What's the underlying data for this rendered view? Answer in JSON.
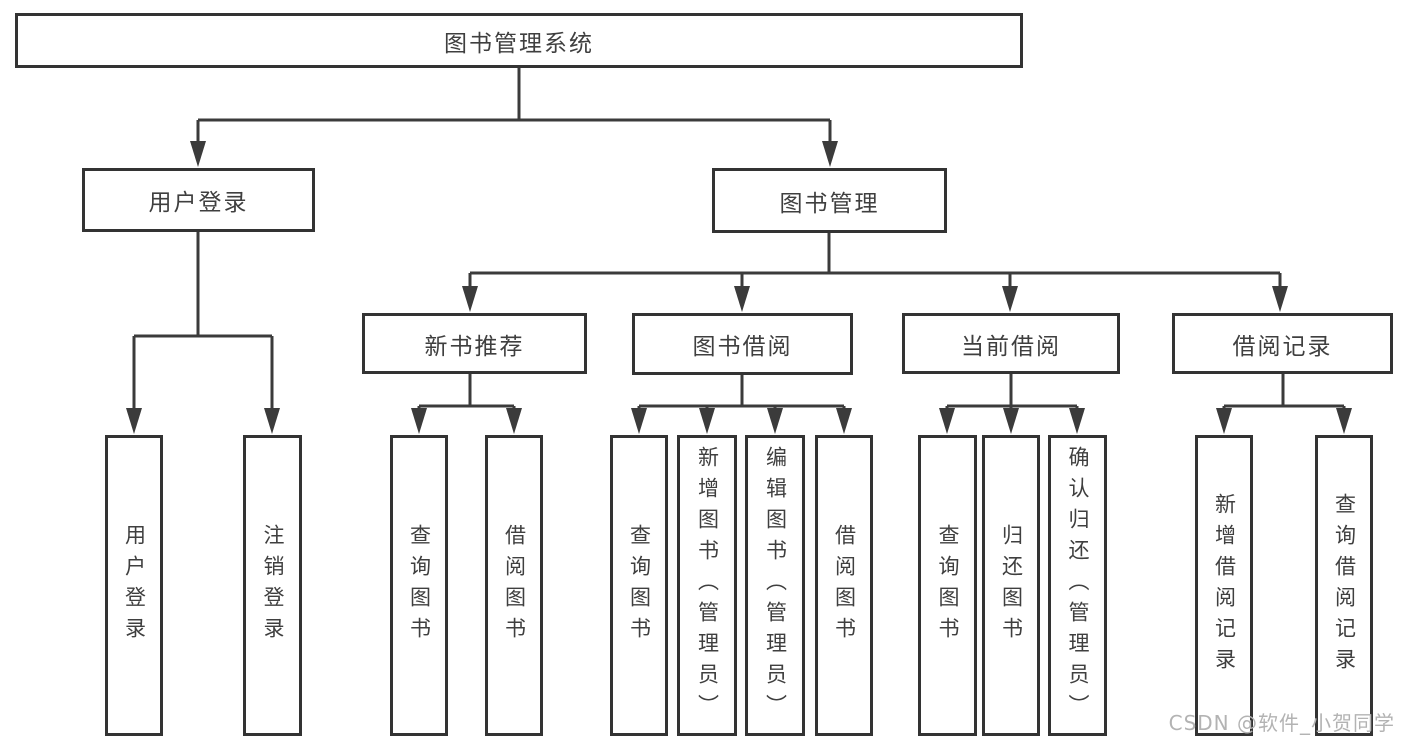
{
  "diagram": {
    "root": {
      "label": "图书管理系统"
    },
    "user_login": {
      "label": "用户登录",
      "children": [
        {
          "label": "用户登录"
        },
        {
          "label": "注销登录"
        }
      ]
    },
    "book_management": {
      "label": "图书管理",
      "children": [
        {
          "label": "新书推荐",
          "children": [
            {
              "label": "查询图书"
            },
            {
              "label": "借阅图书"
            }
          ]
        },
        {
          "label": "图书借阅",
          "children": [
            {
              "label": "查询图书"
            },
            {
              "label": "新增图书（管理员）"
            },
            {
              "label": "编辑图书（管理员）"
            },
            {
              "label": "借阅图书"
            }
          ]
        },
        {
          "label": "当前借阅",
          "children": [
            {
              "label": "查询图书"
            },
            {
              "label": "归还图书"
            },
            {
              "label": "确认归还（管理员）"
            }
          ]
        },
        {
          "label": "借阅记录",
          "children": [
            {
              "label": "新增借阅记录"
            },
            {
              "label": "查询借阅记录"
            }
          ]
        }
      ]
    }
  },
  "watermark": {
    "text": "CSDN @软件_小贺同学"
  },
  "colors": {
    "background": "#ffffff",
    "line": "#3b3b3b",
    "box_border": "#333333",
    "text": "#3f3f3f",
    "watermark": "#b3b3b3"
  }
}
